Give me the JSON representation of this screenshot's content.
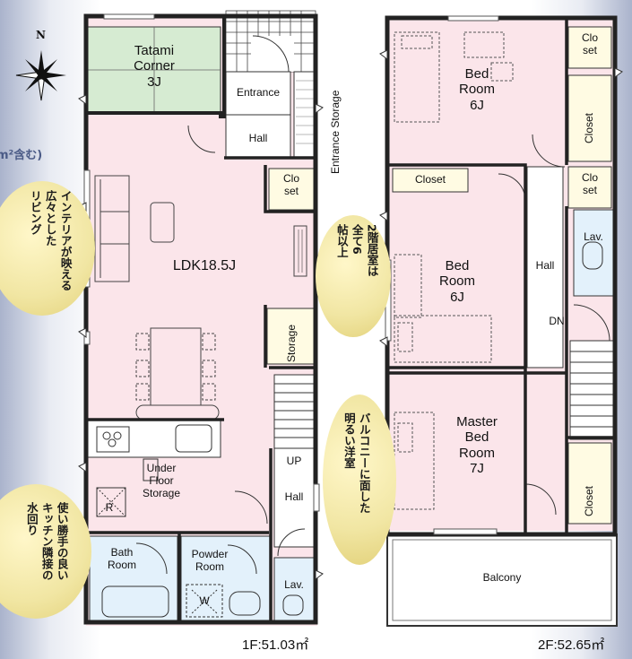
{
  "floors": [
    {
      "area": "1F:51.03㎡",
      "rooms": {
        "tatami": "Tatami\nCorner\n3J",
        "entrance": "Entrance",
        "hall_top": "Hall",
        "closet": "Clo\nset",
        "ldk": "LDK18.5J",
        "storage": "Storage",
        "under_floor": "Under\nFloor\nStorage",
        "refrigerator": "R",
        "up": "UP",
        "hall_bottom": "Hall",
        "bath": "Bath\nRoom",
        "powder": "Powder\nRoom",
        "washer": "W",
        "lav": "Lav."
      },
      "side_label": "Entrance Storage"
    },
    {
      "area": "2F:52.65㎡",
      "rooms": {
        "bed1": "Bed\nRoom\n6J",
        "closet1": "Clo\nset",
        "closet2": "Closet",
        "closet3": "Closet",
        "closet4": "Clo\nset",
        "bed2": "Bed\nRoom\n6J",
        "hall": "Hall",
        "lav": "Lav.",
        "dn": "DN",
        "master": "Master\nBed\nRoom\n7J",
        "closet5": "Closet",
        "balcony": "Balcony"
      }
    }
  ],
  "compass": "N",
  "edge_text": "m²含む)",
  "callouts": [
    "インテリアが映える\n広々とした\nリビング",
    "使い勝手の良い\nキッチン隣接の\n水回り",
    "2階居室は\n全て6\n帖以上",
    "バルコニーに面した\n明るい洋室"
  ]
}
